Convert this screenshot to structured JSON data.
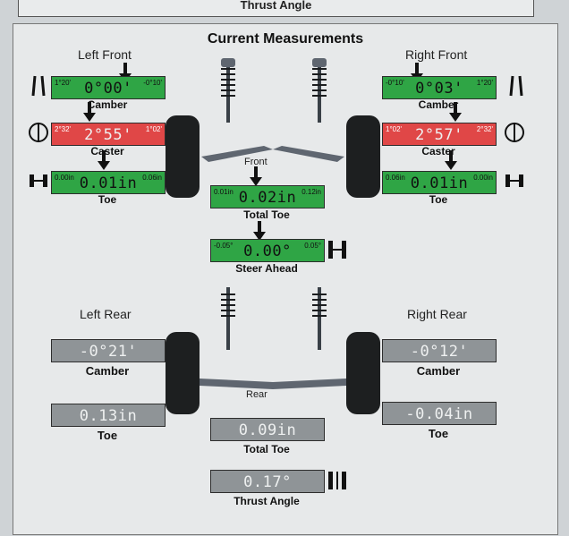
{
  "header_strip": {
    "title": "Thrust Angle"
  },
  "page": {
    "title": "Current Measurements"
  },
  "front": {
    "left_label": "Left Front",
    "right_label": "Right Front",
    "axle_label": "Front",
    "left": {
      "camber": {
        "value": "0°00'",
        "min": "1°20'",
        "max": "-0°10'",
        "label": "Camber",
        "status": "in-spec"
      },
      "caster": {
        "value": "2°55'",
        "min": "2°32'",
        "max": "1°02'",
        "label": "Caster",
        "status": "out-of-spec"
      },
      "toe": {
        "value": "0.01in",
        "min": "0.00in",
        "max": "0.06in",
        "label": "Toe",
        "status": "in-spec"
      }
    },
    "right": {
      "camber": {
        "value": "0°03'",
        "min": "-0°10'",
        "max": "1°20'",
        "label": "Camber",
        "status": "in-spec"
      },
      "caster": {
        "value": "2°57'",
        "min": "1°02'",
        "max": "2°32'",
        "label": "Caster",
        "status": "out-of-spec"
      },
      "toe": {
        "value": "0.01in",
        "min": "0.06in",
        "max": "0.00in",
        "label": "Toe",
        "status": "in-spec"
      }
    },
    "total_toe": {
      "value": "0.02in",
      "min": "0.01in",
      "max": "0.12in",
      "label": "Total Toe"
    },
    "steer_ahead": {
      "value": "0.00°",
      "min": "-0.05°",
      "max": "0.05°",
      "label": "Steer Ahead"
    }
  },
  "rear": {
    "left_label": "Left Rear",
    "right_label": "Right Rear",
    "axle_label": "Rear",
    "left": {
      "camber": {
        "value": "-0°21'",
        "label": "Camber"
      },
      "toe": {
        "value": "0.13in",
        "label": "Toe"
      }
    },
    "right": {
      "camber": {
        "value": "-0°12'",
        "label": "Camber"
      },
      "toe": {
        "value": "-0.04in",
        "label": "Toe"
      }
    },
    "total_toe": {
      "value": "0.09in",
      "label": "Total Toe"
    },
    "thrust_angle": {
      "value": "0.17°",
      "label": "Thrust Angle"
    }
  },
  "colors": {
    "in_spec": "#2fa545",
    "out_of_spec": "#e04747",
    "no_spec": "#8f9497"
  },
  "icons": [
    "camber-wheel-icon",
    "caster-wheel-icon",
    "toe-wheel-icon",
    "steer-ahead-icon",
    "thrust-angle-icon",
    "strut-assembly-icon",
    "tire-icon"
  ]
}
